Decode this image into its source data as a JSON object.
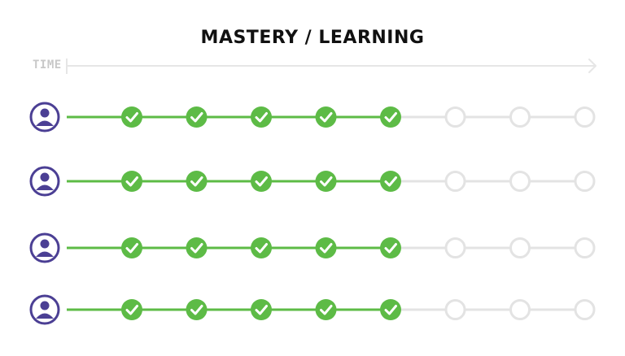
{
  "title": "MASTERY / LEARNING",
  "time_axis": {
    "label": "TIME"
  },
  "colors": {
    "complete": "#5dbb46",
    "incomplete": "#e3e3e3",
    "avatar": "#4b3f94",
    "axis": "#e6e6e6"
  },
  "icons": {
    "learner": "person-icon",
    "complete": "check-icon",
    "incomplete": "empty-circle"
  },
  "learners": [
    {
      "milestones_total": 8,
      "milestones_completed": 5
    },
    {
      "milestones_total": 8,
      "milestones_completed": 5
    },
    {
      "milestones_total": 8,
      "milestones_completed": 5
    },
    {
      "milestones_total": 8,
      "milestones_completed": 5
    }
  ]
}
